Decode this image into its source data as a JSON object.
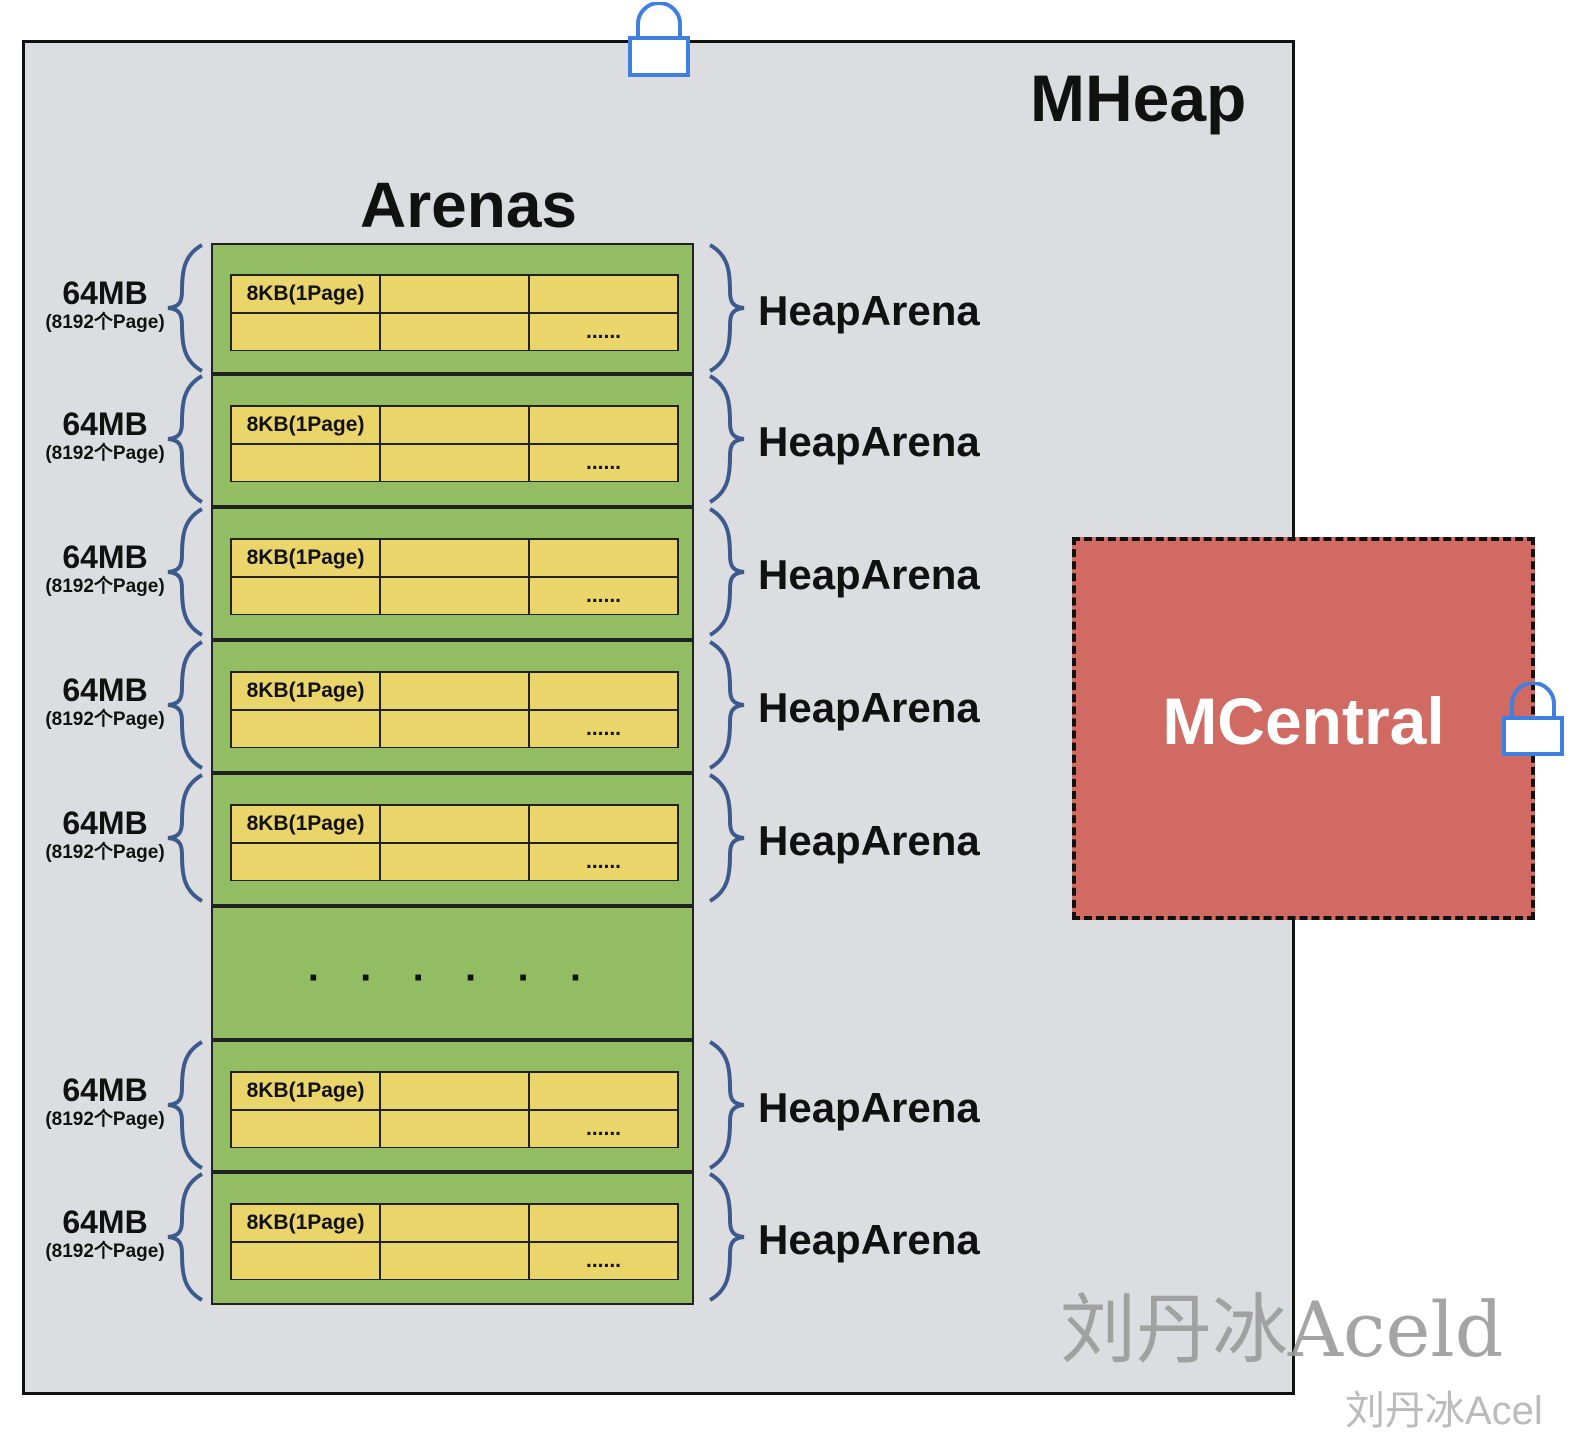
{
  "mheap": {
    "title": "MHeap"
  },
  "arenas": {
    "title": "Arenas",
    "rows": [
      {
        "size": "64MB",
        "pages": "(8192个Page)",
        "first_cell": "8KB(1Page)",
        "more": "......",
        "label": "HeapArena"
      },
      {
        "size": "64MB",
        "pages": "(8192个Page)",
        "first_cell": "8KB(1Page)",
        "more": "......",
        "label": "HeapArena"
      },
      {
        "size": "64MB",
        "pages": "(8192个Page)",
        "first_cell": "8KB(1Page)",
        "more": "......",
        "label": "HeapArena"
      },
      {
        "size": "64MB",
        "pages": "(8192个Page)",
        "first_cell": "8KB(1Page)",
        "more": "......",
        "label": "HeapArena"
      },
      {
        "size": "64MB",
        "pages": "(8192个Page)",
        "first_cell": "8KB(1Page)",
        "more": "......",
        "label": "HeapArena"
      },
      {
        "ellipsis": "· · · · · ·"
      },
      {
        "size": "64MB",
        "pages": "(8192个Page)",
        "first_cell": "8KB(1Page)",
        "more": "......",
        "label": "HeapArena"
      },
      {
        "size": "64MB",
        "pages": "(8192个Page)",
        "first_cell": "8KB(1Page)",
        "more": "......",
        "label": "HeapArena"
      }
    ]
  },
  "mcentral": {
    "title": "MCentral"
  },
  "watermark": {
    "text": "刘丹冰Aceld",
    "text2": "刘丹冰Acel"
  },
  "colors": {
    "background": "#dcdde0",
    "arena_green": "#92bd62",
    "page_yellow": "#ead56a",
    "mcentral_red": "#d06a62",
    "lock_blue": "#3f7fe0",
    "brace_blue": "#3d5a8c"
  }
}
